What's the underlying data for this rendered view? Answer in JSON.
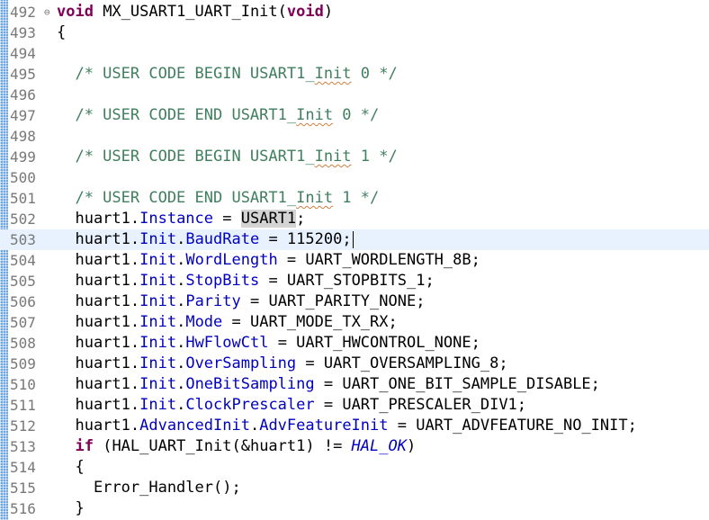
{
  "editor": {
    "language": "c",
    "current_line": "503",
    "lines": [
      {
        "no": "492",
        "fold": "⊖",
        "segs": [
          {
            "t": "void",
            "c": "kw"
          },
          {
            "t": " MX_USART1_UART_Init("
          },
          {
            "t": "void",
            "c": "kw"
          },
          {
            "t": ")"
          }
        ]
      },
      {
        "no": "493",
        "segs": [
          {
            "t": "{"
          }
        ]
      },
      {
        "no": "494",
        "segs": []
      },
      {
        "no": "495",
        "segs": [
          {
            "t": "  /* USER CODE BEGIN USART1_",
            "c": "cm"
          },
          {
            "t": "Init",
            "c": "cm sq"
          },
          {
            "t": " 0 */",
            "c": "cm"
          }
        ]
      },
      {
        "no": "496",
        "segs": []
      },
      {
        "no": "497",
        "segs": [
          {
            "t": "  /* USER CODE END USART1_",
            "c": "cm"
          },
          {
            "t": "Init",
            "c": "cm sq"
          },
          {
            "t": " 0 */",
            "c": "cm"
          }
        ]
      },
      {
        "no": "498",
        "segs": []
      },
      {
        "no": "499",
        "segs": [
          {
            "t": "  /* USER CODE BEGIN USART1_",
            "c": "cm"
          },
          {
            "t": "Init",
            "c": "cm sq"
          },
          {
            "t": " 1 */",
            "c": "cm"
          }
        ]
      },
      {
        "no": "500",
        "segs": []
      },
      {
        "no": "501",
        "segs": [
          {
            "t": "  /* USER CODE END USART1_",
            "c": "cm"
          },
          {
            "t": "Init",
            "c": "cm sq"
          },
          {
            "t": " 1 */",
            "c": "cm"
          }
        ]
      },
      {
        "no": "502",
        "segs": [
          {
            "t": "  huart1."
          },
          {
            "t": "Instance",
            "c": "fld"
          },
          {
            "t": " = "
          },
          {
            "t": "USART1",
            "c": "hl"
          },
          {
            "t": ";"
          }
        ]
      },
      {
        "no": "503",
        "segs": [
          {
            "t": "  huart1."
          },
          {
            "t": "Init",
            "c": "fld"
          },
          {
            "t": "."
          },
          {
            "t": "BaudRate",
            "c": "fld"
          },
          {
            "t": " = 115200;"
          },
          {
            "t": "",
            "c": "caret"
          }
        ]
      },
      {
        "no": "504",
        "segs": [
          {
            "t": "  huart1."
          },
          {
            "t": "Init",
            "c": "fld"
          },
          {
            "t": "."
          },
          {
            "t": "WordLength",
            "c": "fld"
          },
          {
            "t": " = UART_WORDLENGTH_8B;"
          }
        ]
      },
      {
        "no": "505",
        "segs": [
          {
            "t": "  huart1."
          },
          {
            "t": "Init",
            "c": "fld"
          },
          {
            "t": "."
          },
          {
            "t": "StopBits",
            "c": "fld"
          },
          {
            "t": " = UART_STOPBITS_1;"
          }
        ]
      },
      {
        "no": "506",
        "segs": [
          {
            "t": "  huart1."
          },
          {
            "t": "Init",
            "c": "fld"
          },
          {
            "t": "."
          },
          {
            "t": "Parity",
            "c": "fld"
          },
          {
            "t": " = UART_PARITY_NONE;"
          }
        ]
      },
      {
        "no": "507",
        "segs": [
          {
            "t": "  huart1."
          },
          {
            "t": "Init",
            "c": "fld"
          },
          {
            "t": "."
          },
          {
            "t": "Mode",
            "c": "fld"
          },
          {
            "t": " = UART_MODE_TX_RX;"
          }
        ]
      },
      {
        "no": "508",
        "segs": [
          {
            "t": "  huart1."
          },
          {
            "t": "Init",
            "c": "fld"
          },
          {
            "t": "."
          },
          {
            "t": "HwFlowCtl",
            "c": "fld"
          },
          {
            "t": " = UART_HWCONTROL_NONE;"
          }
        ]
      },
      {
        "no": "509",
        "segs": [
          {
            "t": "  huart1."
          },
          {
            "t": "Init",
            "c": "fld"
          },
          {
            "t": "."
          },
          {
            "t": "OverSampling",
            "c": "fld"
          },
          {
            "t": " = UART_OVERSAMPLING_8;"
          }
        ]
      },
      {
        "no": "510",
        "segs": [
          {
            "t": "  huart1."
          },
          {
            "t": "Init",
            "c": "fld"
          },
          {
            "t": "."
          },
          {
            "t": "OneBitSampling",
            "c": "fld"
          },
          {
            "t": " = UART_ONE_BIT_SAMPLE_DISABLE;"
          }
        ]
      },
      {
        "no": "511",
        "segs": [
          {
            "t": "  huart1."
          },
          {
            "t": "Init",
            "c": "fld"
          },
          {
            "t": "."
          },
          {
            "t": "ClockPrescaler",
            "c": "fld"
          },
          {
            "t": " = UART_PRESCALER_DIV1;"
          }
        ]
      },
      {
        "no": "512",
        "segs": [
          {
            "t": "  huart1."
          },
          {
            "t": "AdvancedInit",
            "c": "fld"
          },
          {
            "t": "."
          },
          {
            "t": "AdvFeatureInit",
            "c": "fld"
          },
          {
            "t": " = UART_ADVFEATURE_NO_INIT;"
          }
        ]
      },
      {
        "no": "513",
        "segs": [
          {
            "t": "  "
          },
          {
            "t": "if",
            "c": "kw"
          },
          {
            "t": " (HAL_UART_Init(&huart1) != "
          },
          {
            "t": "HAL_OK",
            "c": "itl"
          },
          {
            "t": ")"
          }
        ]
      },
      {
        "no": "514",
        "segs": [
          {
            "t": "  {"
          }
        ]
      },
      {
        "no": "515",
        "segs": [
          {
            "t": "    Error_Handler();"
          }
        ]
      },
      {
        "no": "516",
        "segs": [
          {
            "t": "  }"
          }
        ]
      }
    ]
  },
  "colors": {
    "keyword": "#7f0055",
    "comment": "#3f7f5f",
    "field": "#0000c0",
    "current_line_bg": "#e8f2fe",
    "occurrence_highlight": "#d4d4d4",
    "line_number": "#787878",
    "squiggle": "#d08040"
  }
}
